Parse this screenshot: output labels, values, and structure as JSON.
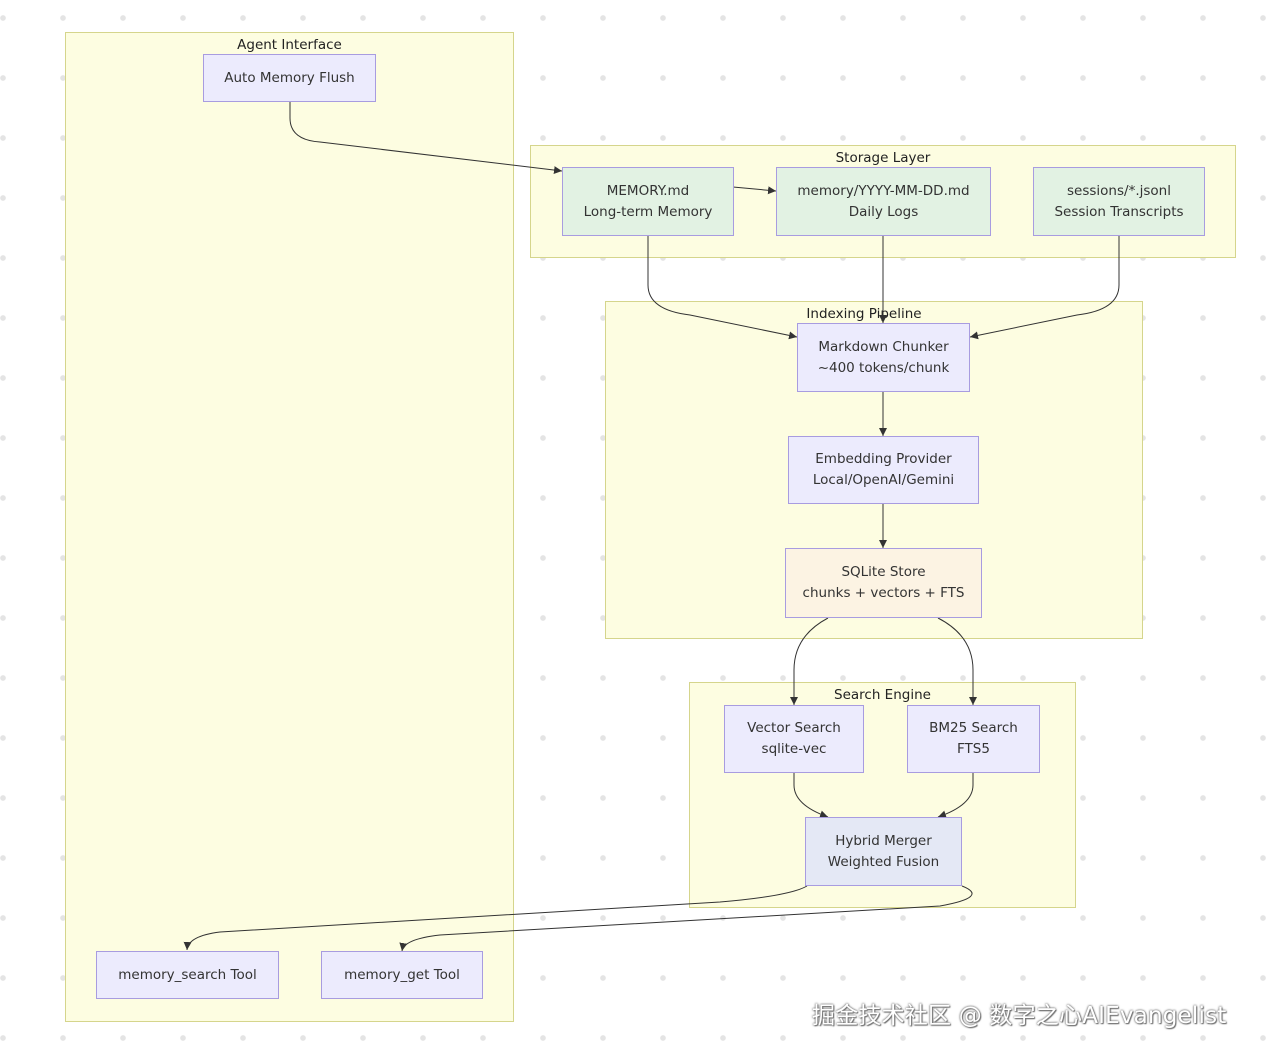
{
  "subgraphs": {
    "agent": "Agent Interface",
    "storage": "Storage Layer",
    "indexing": "Indexing Pipeline",
    "search": "Search Engine"
  },
  "nodes": {
    "auto_flush": "Auto Memory Flush",
    "memory_md": {
      "line1": "MEMORY.md",
      "line2": "Long-term Memory"
    },
    "daily_logs": {
      "line1": "memory/YYYY-MM-DD.md",
      "line2": "Daily Logs"
    },
    "sessions": {
      "line1": "sessions/*.jsonl",
      "line2": "Session Transcripts"
    },
    "chunker": {
      "line1": "Markdown Chunker",
      "line2": "~400 tokens/chunk"
    },
    "embedding": {
      "line1": "Embedding Provider",
      "line2": "Local/OpenAI/Gemini"
    },
    "sqlite": {
      "line1": "SQLite Store",
      "line2": "chunks + vectors + FTS"
    },
    "vector_search": {
      "line1": "Vector Search",
      "line2": "sqlite-vec"
    },
    "bm25_search": {
      "line1": "BM25 Search",
      "line2": "FTS5"
    },
    "hybrid": {
      "line1": "Hybrid Merger",
      "line2": "Weighted Fusion"
    },
    "memory_search_tool": "memory_search Tool",
    "memory_get_tool": "memory_get Tool"
  },
  "edges": [
    {
      "from": "auto_flush",
      "to": "memory_md"
    },
    {
      "from": "memory_md",
      "to": "daily_logs"
    },
    {
      "from": "memory_md",
      "to": "chunker"
    },
    {
      "from": "daily_logs",
      "to": "chunker"
    },
    {
      "from": "sessions",
      "to": "chunker"
    },
    {
      "from": "chunker",
      "to": "embedding"
    },
    {
      "from": "embedding",
      "to": "sqlite"
    },
    {
      "from": "sqlite",
      "to": "vector_search"
    },
    {
      "from": "sqlite",
      "to": "bm25_search"
    },
    {
      "from": "vector_search",
      "to": "hybrid"
    },
    {
      "from": "bm25_search",
      "to": "hybrid"
    },
    {
      "from": "hybrid",
      "to": "memory_search_tool"
    },
    {
      "from": "hybrid",
      "to": "memory_get_tool"
    }
  ],
  "colors": {
    "subgraph_fill": "#fdfde1",
    "subgraph_border": "#d5d58c",
    "node_default": "#ecebfd",
    "node_storage": "#e2f2e3",
    "node_store": "#fcf3e3",
    "node_merger": "#e4e8f5",
    "node_border": "#a89ce0",
    "edge": "#333333"
  },
  "watermark": "掘金技术社区 @ 数字之心AIEvangelist"
}
